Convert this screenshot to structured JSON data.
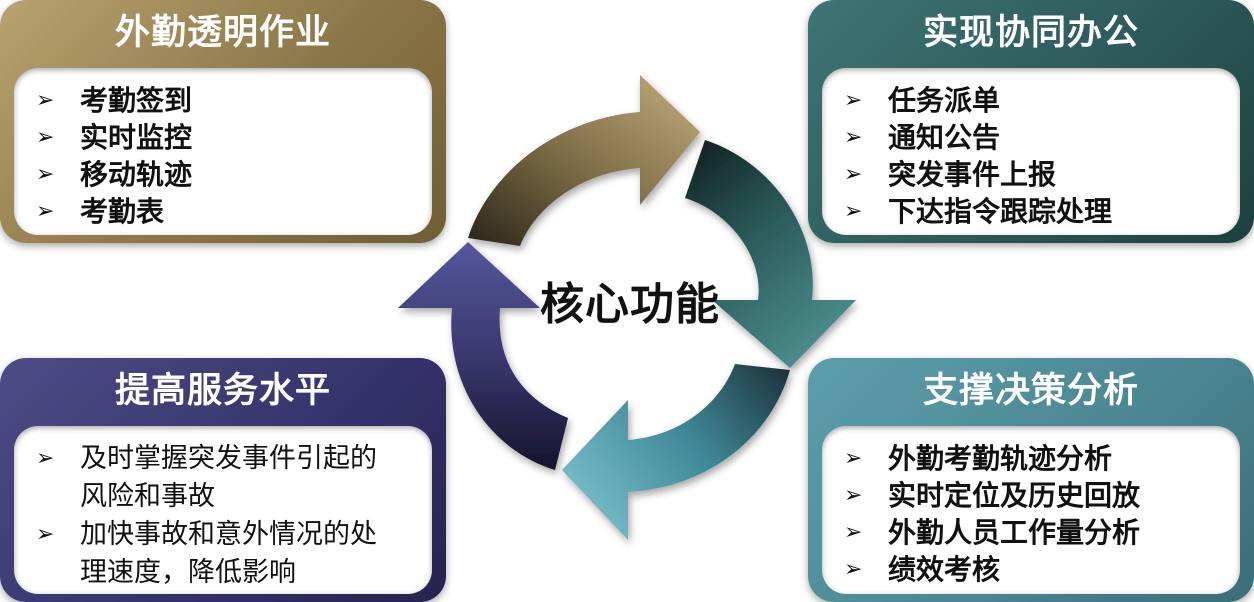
{
  "center_label": "核心功能",
  "cards": {
    "top_left": {
      "title": "外勤透明作业",
      "items": [
        "考勤签到",
        "实时监控",
        "移动轨迹",
        "考勤表"
      ]
    },
    "top_right": {
      "title": "实现协同办公",
      "items": [
        "任务派单",
        "通知公告",
        "突发事件上报",
        "下达指令跟踪处理"
      ]
    },
    "bottom_left": {
      "title": "提高服务水平",
      "items": [
        "及时掌握突发事件引起的风险和事故",
        "加快事故和意外情况的处理速度，降低影响"
      ]
    },
    "bottom_right": {
      "title": "支撑决策分析",
      "items": [
        "外勤考勤轨迹分析",
        "实时定位及历史回放",
        "外勤人员工作量分析",
        "绩效考核"
      ]
    }
  },
  "bullet_glyph": "➢",
  "colors": {
    "top_left": "#a08a5a",
    "top_right": "#2f5d5d",
    "bottom_left": "#3b3a72",
    "bottom_right": "#4f8e9a"
  }
}
